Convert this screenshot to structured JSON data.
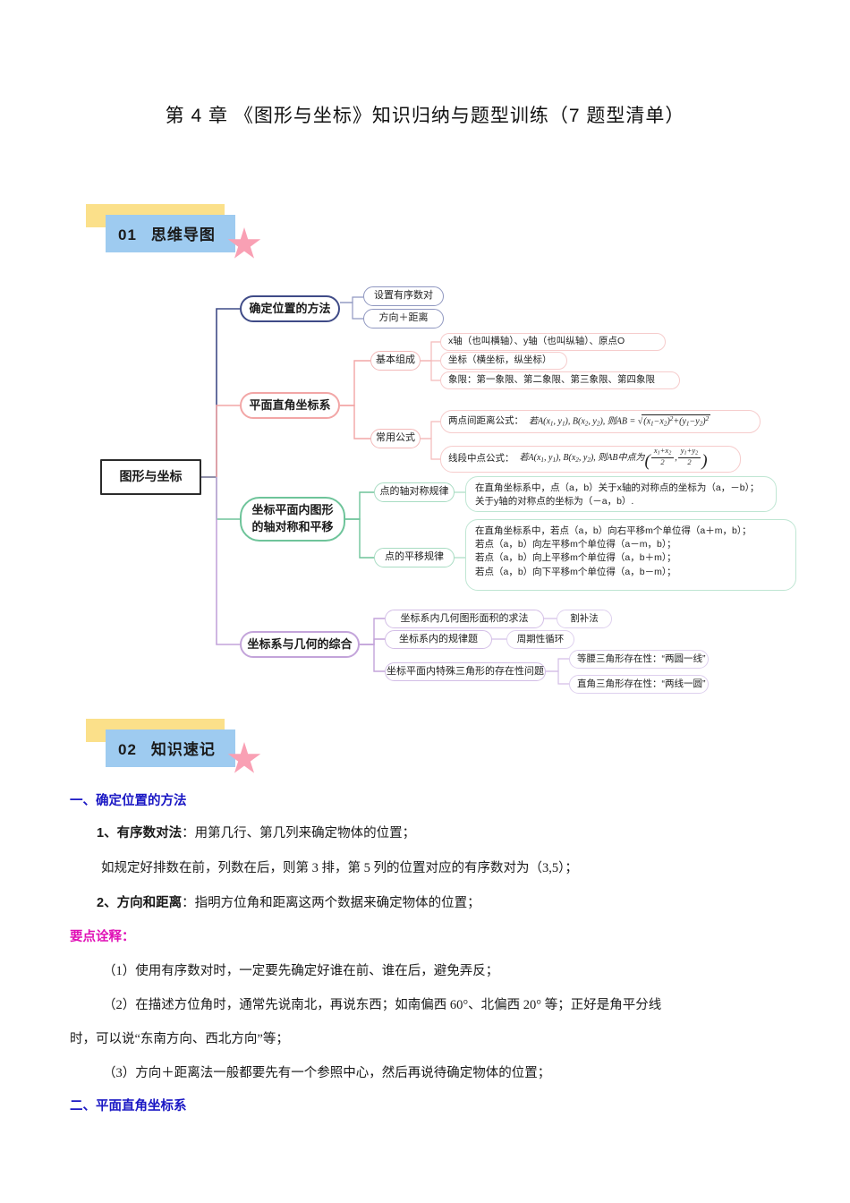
{
  "document": {
    "title": "第 4 章  《图形与坐标》知识归纳与题型训练（7 题型清单）"
  },
  "sections": [
    {
      "number": "01",
      "label": "思维导图"
    },
    {
      "number": "02",
      "label": "知识速记"
    }
  ],
  "colors": {
    "badge_yellow": "#fbe08a",
    "badge_blue": "#9ecbf0",
    "badge_star_pink": "#f9a0b4",
    "branch1": "#3f4b87",
    "branch2": "#f2a6a6",
    "branch3": "#6ec49a",
    "branch4": "#c3a4da",
    "heading_blue": "#1a17c4",
    "heading_magenta": "#e010b6"
  },
  "mindmap": {
    "root": "图形与坐标",
    "branches": [
      {
        "title": "确定位置的方法",
        "children": [
          {
            "label": "设置有序数对"
          },
          {
            "label": "方向＋距离"
          }
        ]
      },
      {
        "title": "平面直角坐标系",
        "children": [
          {
            "label": "基本组成",
            "leaves": [
              "x轴（也叫横轴）、y轴（也叫纵轴）、原点O",
              "坐标（横坐标，纵坐标）",
              "象限：第一象限、第二象限、第三象限、第四象限"
            ]
          },
          {
            "label": "常用公式",
            "leaves": [
              "两点间距离公式：",
              "线段中点公式："
            ]
          }
        ]
      },
      {
        "title": "坐标平面内图形\n的轴对称和平移",
        "title_line1": "坐标平面内图形",
        "title_line2": "的轴对称和平移",
        "children": [
          {
            "label": "点的轴对称规律",
            "leaves": [
              "在直角坐标系中，点（a，b）关于x轴的对称点的坐标为（a，－b）；",
              "关于y轴的对称点的坐标为（－a，b）."
            ]
          },
          {
            "label": "点的平移规律",
            "leaves": [
              "在直角坐标系中，若点（a，b）向右平移m个单位得（a＋m，b）；",
              "若点（a，b）向左平移m个单位得（a－m，b）；",
              "若点（a，b）向上平移m个单位得（a，b＋m）；",
              "若点（a，b）向下平移m个单位得（a，b－m）；"
            ]
          }
        ]
      },
      {
        "title": "坐标系与几何的综合",
        "children": [
          {
            "label": "坐标系内几何图形面积的求法",
            "leaves": [
              "割补法"
            ]
          },
          {
            "label": "坐标系内的规律题",
            "leaves": [
              "周期性循环"
            ]
          },
          {
            "label": "坐标平面内特殊三角形的存在性问题",
            "leaves": [
              "等腰三角形存在性：“两圆一线”",
              "直角三角形存在性：“两线一圆”"
            ]
          }
        ]
      }
    ]
  },
  "notes": {
    "heading1": "一、确定位置的方法",
    "item1_label": "1、有序数对法",
    "item1_text": "：用第几行、第几列来确定物体的位置；",
    "item1_sub": "如规定好排数在前，列数在后，则第 3 排，第 5 列的位置对应的有序数对为（3,5）；",
    "item2_label": "2、方向和距离",
    "item2_text": "：指明方位角和距离这两个数据来确定物体的位置；",
    "key_points_heading": "要点诠释：",
    "point1": "（1）使用有序数对时，一定要先确定好谁在前、谁在后，避免弄反；",
    "point2_a": "（2）在描述方位角时，通常先说南北，再说东西；如南偏西 60°、北偏西 20° 等；正好是角平分线",
    "point2_b": "时，可以说“东南方向、西北方向”等；",
    "point3": "（3）方向＋距离法一般都要先有一个参照中心，然后再说待确定物体的位置；",
    "heading2": "二、平面直角坐标系"
  }
}
